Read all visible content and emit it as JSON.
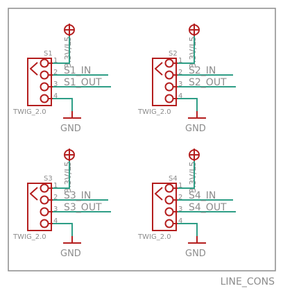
{
  "sheet": {
    "title": "LINE_CONS",
    "colors": {
      "frame": "#8c8c8c",
      "symbol": "#b41e1e",
      "wire": "#2e9e86",
      "text": "#8c8c8c"
    }
  },
  "modules": [
    {
      "ref": "S1",
      "value": "TWIG_2.0",
      "power": "3.3V/L5",
      "in_net": "S1_IN",
      "out_net": "S1_OUT",
      "gnd": "GND",
      "pins": [
        "1",
        "2",
        "3",
        "4"
      ]
    },
    {
      "ref": "S2",
      "value": "TWIG_2.0",
      "power": "3.3V/L5",
      "in_net": "S2_IN",
      "out_net": "S2_OUT",
      "gnd": "GND",
      "pins": [
        "1",
        "2",
        "3",
        "4"
      ]
    },
    {
      "ref": "S3",
      "value": "TWIG_2.0",
      "power": "3.3V/L5",
      "in_net": "S3_IN",
      "out_net": "S3_OUT",
      "gnd": "GND",
      "pins": [
        "1",
        "2",
        "3",
        "4"
      ]
    },
    {
      "ref": "S4",
      "value": "TWIG_2.0",
      "power": "3.3V/L5",
      "in_net": "S4_IN",
      "out_net": "S4_OUT",
      "gnd": "GND",
      "pins": [
        "1",
        "2",
        "3",
        "4"
      ]
    }
  ]
}
